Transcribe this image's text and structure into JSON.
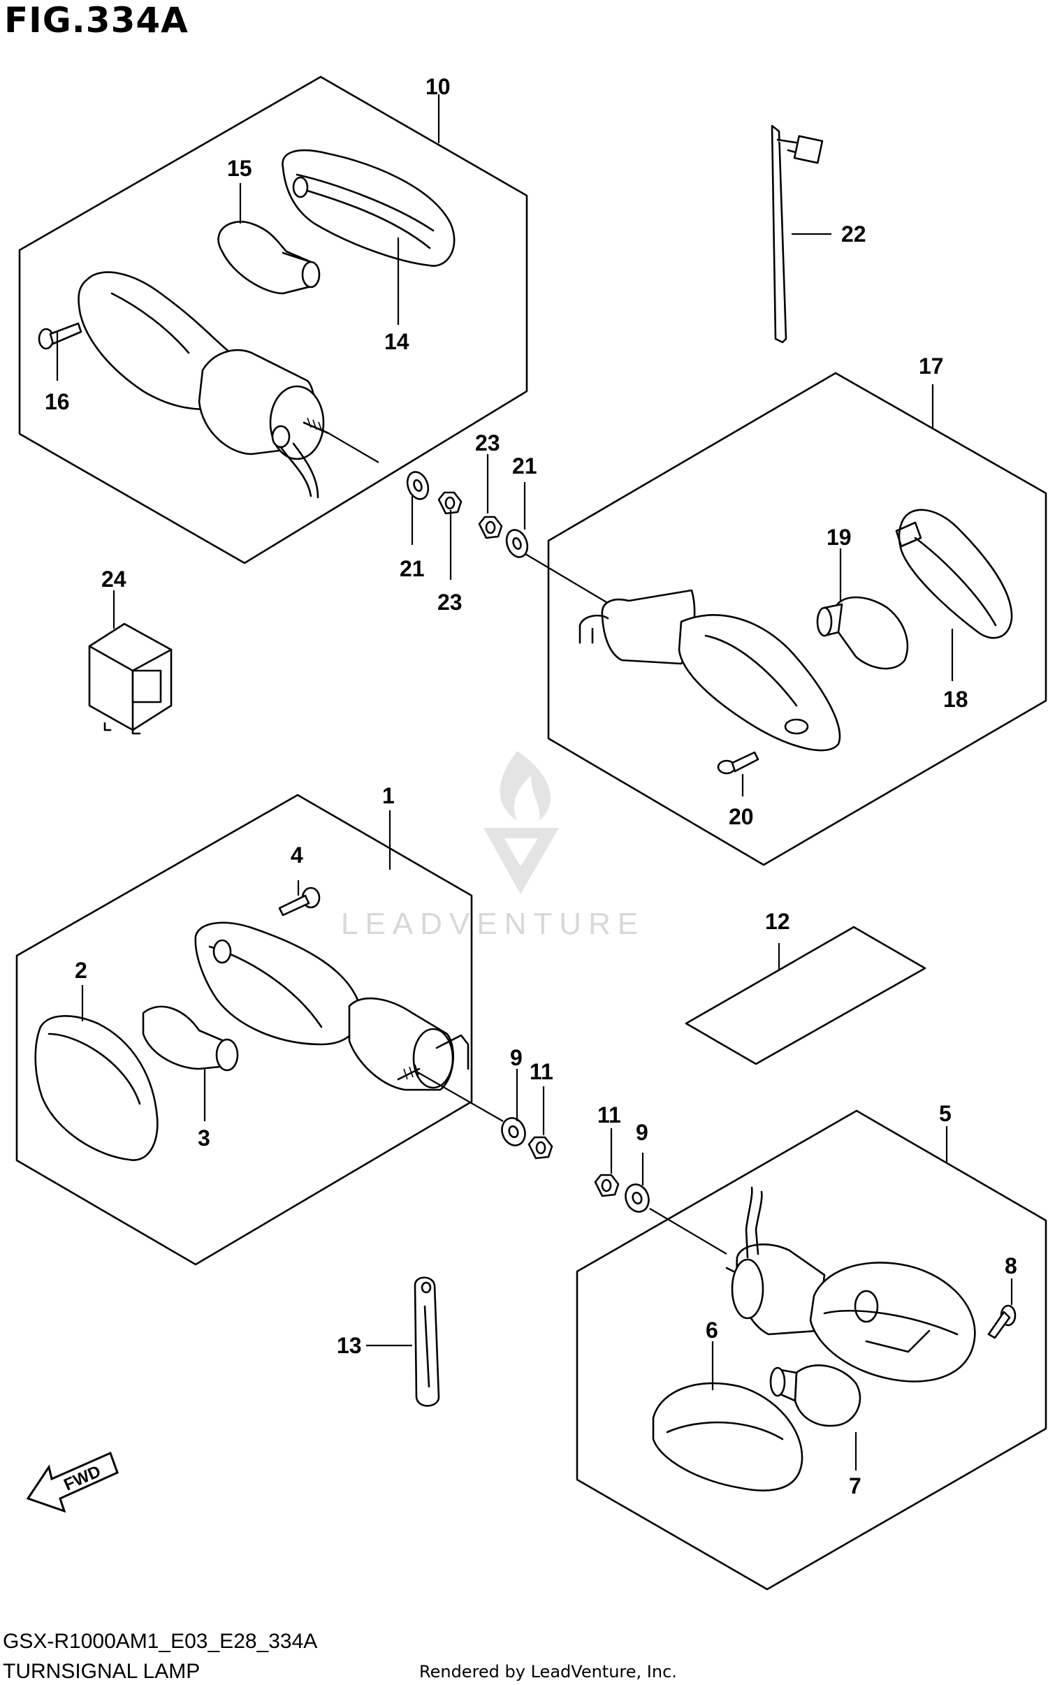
{
  "figure": {
    "title": "FIG.334A",
    "model_code": "GSX-R1000AM1_E03_E28_334A",
    "name": "TURNSIGNAL LAMP",
    "credit": "Rendered by LeadVenture, Inc.",
    "watermark": "LEADVENTURE",
    "fwd_label": "FWD"
  },
  "callouts": [
    "1",
    "2",
    "3",
    "4",
    "5",
    "6",
    "7",
    "8",
    "9",
    "9",
    "10",
    "11",
    "11",
    "12",
    "13",
    "14",
    "15",
    "16",
    "17",
    "18",
    "19",
    "20",
    "21",
    "21",
    "22",
    "23",
    "23",
    "24"
  ],
  "icons": [
    "turnsignal-lamp-icon",
    "bulb-icon",
    "screw-icon",
    "washer-icon",
    "nut-icon",
    "lens-icon",
    "relay-icon",
    "bracket-icon",
    "harness-icon",
    "fwd-arrow-icon"
  ]
}
